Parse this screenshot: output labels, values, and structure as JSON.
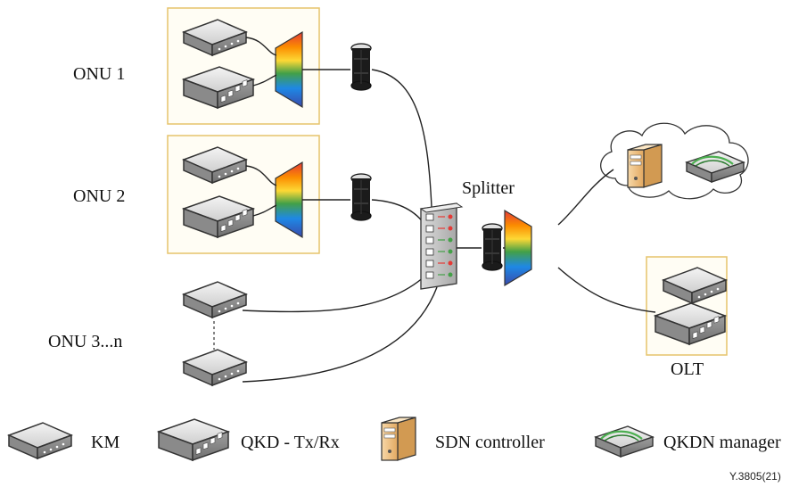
{
  "labels": {
    "onu1": "ONU 1",
    "onu2": "ONU 2",
    "onu3": "ONU 3...n",
    "splitter": "Splitter",
    "olt": "OLT"
  },
  "legend": {
    "km": "KM",
    "qkd": "QKD - Tx/Rx",
    "sdn": "SDN controller",
    "manager": "QKDN manager"
  },
  "figure_id": "Y.3805(21)"
}
